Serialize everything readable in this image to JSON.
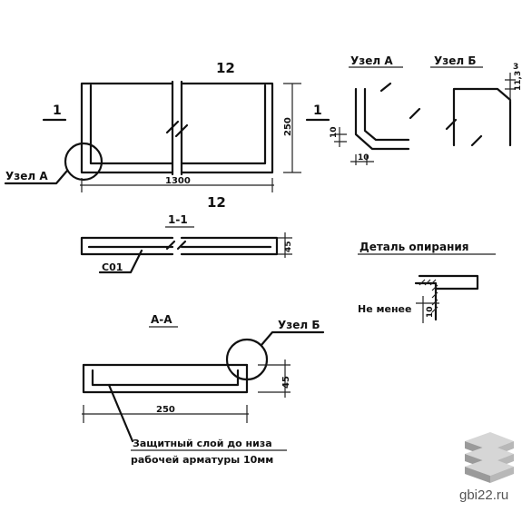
{
  "drawing": {
    "plan_label": "12",
    "plan_bottom_label": "12",
    "section_mark": "1",
    "section_mark_right": "1",
    "node_a_callout": "Узел А",
    "width_dim": "1300",
    "height_dim": "250",
    "node_a_title": "Узел А",
    "node_b_title": "Узел Б",
    "node_a_dim_v": "10",
    "node_a_dim_h": "10",
    "node_b_dim_small": "3",
    "node_b_dim_large": "11,3",
    "section_11_title": "1-1",
    "section_11_dim": "45",
    "section_11_rebar": "С01",
    "support_title": "Деталь опирания",
    "support_text": "Не менее",
    "support_dim": "10",
    "section_aa_title": "А-А",
    "section_aa_callout": "Узел Б",
    "section_aa_height": "45",
    "section_aa_width": "250",
    "note_line1": "Защитный слой до низа",
    "note_line2": "рабочей арматуры 10мм"
  },
  "watermark": {
    "text": "gbi22.ru"
  }
}
